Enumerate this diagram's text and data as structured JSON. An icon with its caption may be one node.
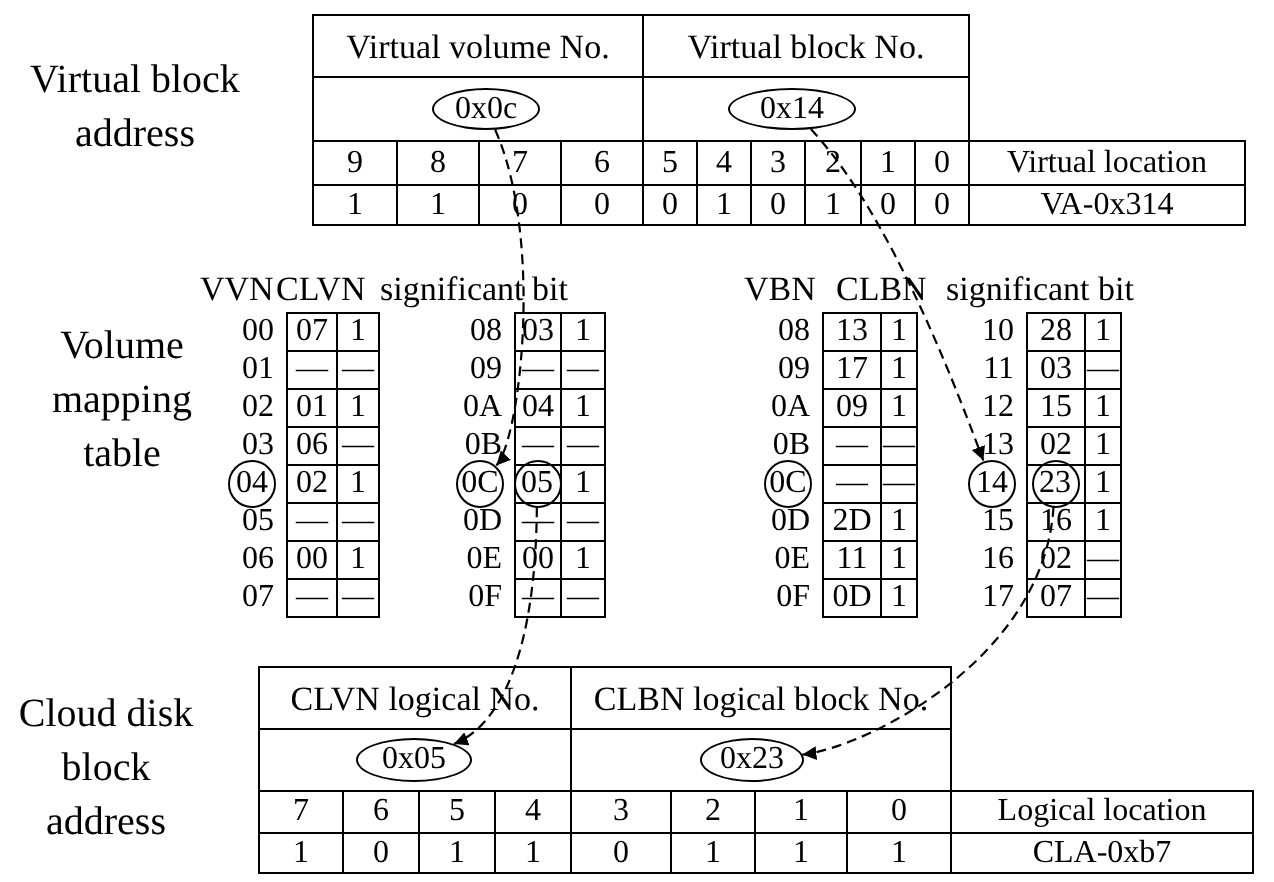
{
  "diagram": {
    "nodes": [
      {
        "text": [
          "0x0c"
        ]
      },
      {
        "text": [
          "0x14"
        ]
      },
      {
        "text": [
          "04"
        ]
      },
      {
        "text": [
          "0C"
        ]
      },
      {
        "text": [
          "05"
        ]
      },
      {
        "text": [
          "0C"
        ]
      },
      {
        "text": [
          "14"
        ]
      },
      {
        "text": [
          "23"
        ]
      },
      {
        "text": [
          "0x05"
        ]
      },
      {
        "text": [
          "0x23"
        ]
      }
    ],
    "edges": [
      {
        "from": 0,
        "to": 3,
        "arrow": "to",
        "style": "dashed"
      },
      {
        "from": 1,
        "to": 6,
        "arrow": "to",
        "style": "dashed"
      },
      {
        "from": 4,
        "to": 8,
        "arrow": "to",
        "style": "dashed"
      },
      {
        "from": 7,
        "to": 9,
        "arrow": "to",
        "style": "dashed"
      }
    ],
    "labels": [
      "Virtual block address",
      "Virtual volume No.",
      "Virtual block No.",
      "9",
      "8",
      "7",
      "6",
      "5",
      "4",
      "3",
      "2",
      "1",
      "0",
      "Virtual location",
      "1",
      "1",
      "0",
      "0",
      "0",
      "1",
      "0",
      "1",
      "0",
      "0",
      "VA-0x314",
      "Volume mapping table",
      "VVN",
      "CLVN",
      "significant bit",
      "VBN",
      "CLBN",
      "significant bit",
      "00",
      "07",
      "1",
      "01",
      "—",
      "—",
      "02",
      "01",
      "1",
      "03",
      "06",
      "—",
      "02",
      "1",
      "05",
      "—",
      "—",
      "06",
      "00",
      "1",
      "07",
      "—",
      "—",
      "08",
      "03",
      "1",
      "09",
      "—",
      "—",
      "0A",
      "04",
      "1",
      "0B",
      "—",
      "—",
      "1",
      "0D",
      "—",
      "—",
      "0E",
      "00",
      "1",
      "0F",
      "—",
      "—",
      "08",
      "13",
      "1",
      "09",
      "17",
      "1",
      "0A",
      "09",
      "1",
      "0B",
      "—",
      "—",
      "—",
      "—",
      "0D",
      "2D",
      "1",
      "0E",
      "11",
      "1",
      "0F",
      "0D",
      "1",
      "10",
      "28",
      "1",
      "11",
      "03",
      "—",
      "12",
      "15",
      "1",
      "13",
      "02",
      "1",
      "1",
      "15",
      "16",
      "1",
      "16",
      "02",
      "—",
      "17",
      "07",
      "—",
      "Cloud disk block address",
      "CLVN logical No.",
      "CLBN logical block No.",
      "7",
      "6",
      "5",
      "4",
      "3",
      "2",
      "1",
      "0",
      "Logical location",
      "1",
      "0",
      "1",
      "1",
      "0",
      "1",
      "1",
      "1",
      "CLA-0xb7"
    ]
  }
}
